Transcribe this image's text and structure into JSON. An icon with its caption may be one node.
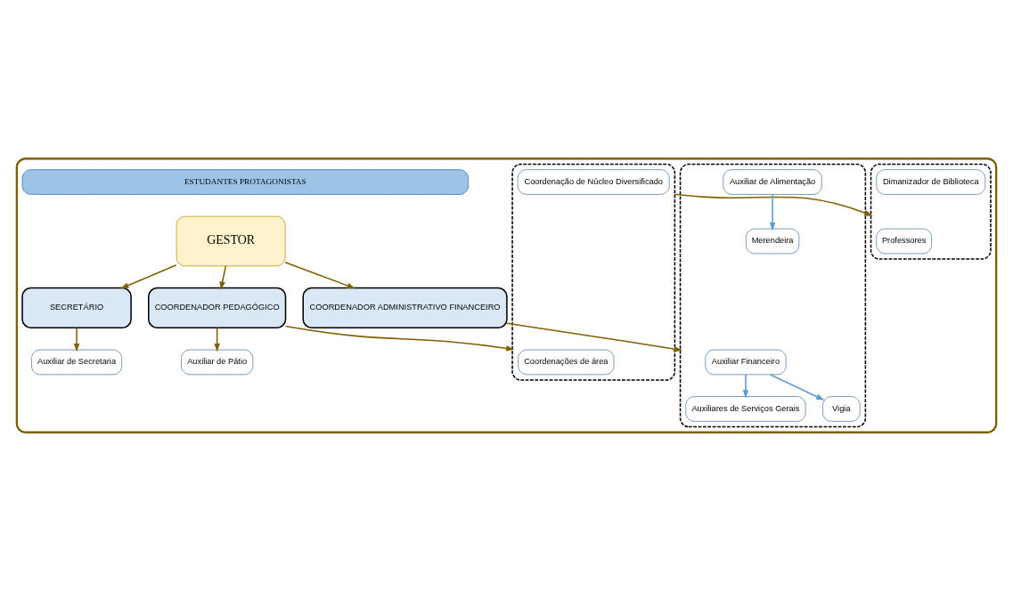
{
  "diagram": {
    "nodes": [
      {
        "text": [],
        "shape": "box"
      },
      {
        "text": [
          "ESTUDANTES PROTAGONISTAS"
        ],
        "in": 0
      },
      {
        "text": [
          "GESTOR"
        ],
        "in": 0
      },
      {
        "text": [
          "COORDENADOR PEDAGÓGICO"
        ],
        "in": 0
      },
      {
        "text": [
          "COORDENADOR ADMINISTRATIVO FINANCEIRO"
        ],
        "in": 0
      },
      {
        "text": [
          "SECRETÁRIO"
        ],
        "in": 0
      },
      {
        "text": [],
        "shape": "box",
        "in": 0
      },
      {
        "text": [
          "Coordenações de área"
        ],
        "in": 6
      },
      {
        "text": [
          "Coordenação de Núcleo Diversificado"
        ],
        "in": 6
      },
      {
        "text": [],
        "shape": "box",
        "in": 0
      },
      {
        "text": [
          "Professores"
        ],
        "in": 9
      },
      {
        "text": [
          "Dimanizador de Biblioteca"
        ],
        "in": 9
      },
      {
        "text": [
          "Auxiliar de Pátio"
        ],
        "in": 0
      },
      {
        "text": [],
        "shape": "box",
        "in": 0
      },
      {
        "text": [
          "Auxiliar Financeiro"
        ],
        "in": 13
      },
      {
        "text": [
          "Auxiliar de Alimentação"
        ],
        "in": 13
      },
      {
        "text": [
          "Auxiliares de Serviços Gerais"
        ],
        "in": 13
      },
      {
        "text": [
          "Merendeira"
        ],
        "in": 13
      },
      {
        "text": [
          "Vigia"
        ],
        "in": 13
      },
      {
        "text": [
          "Auxiliar de Secretaria"
        ],
        "in": 0
      }
    ],
    "edges": [
      {
        "from": 2,
        "to": 3,
        "arrow": "to"
      },
      {
        "from": 2,
        "to": 4,
        "arrow": "to"
      },
      {
        "from": 2,
        "to": 5,
        "arrow": "to"
      },
      {
        "from": 3,
        "to": 6,
        "arrow": "to"
      },
      {
        "from": 6,
        "to": 9,
        "arrow": "to"
      },
      {
        "from": 3,
        "to": 12,
        "arrow": "to"
      },
      {
        "from": 4,
        "to": 13,
        "arrow": "to"
      },
      {
        "from": 5,
        "to": 19,
        "arrow": "to"
      },
      {
        "from": 14,
        "to": 16,
        "arrow": "to",
        "color": "#5b9bd5"
      },
      {
        "from": 14,
        "to": 18,
        "arrow": "to",
        "color": "#5b9bd5"
      },
      {
        "from": 15,
        "to": 17,
        "arrow": "to",
        "color": "#5b9bd5"
      }
    ]
  }
}
